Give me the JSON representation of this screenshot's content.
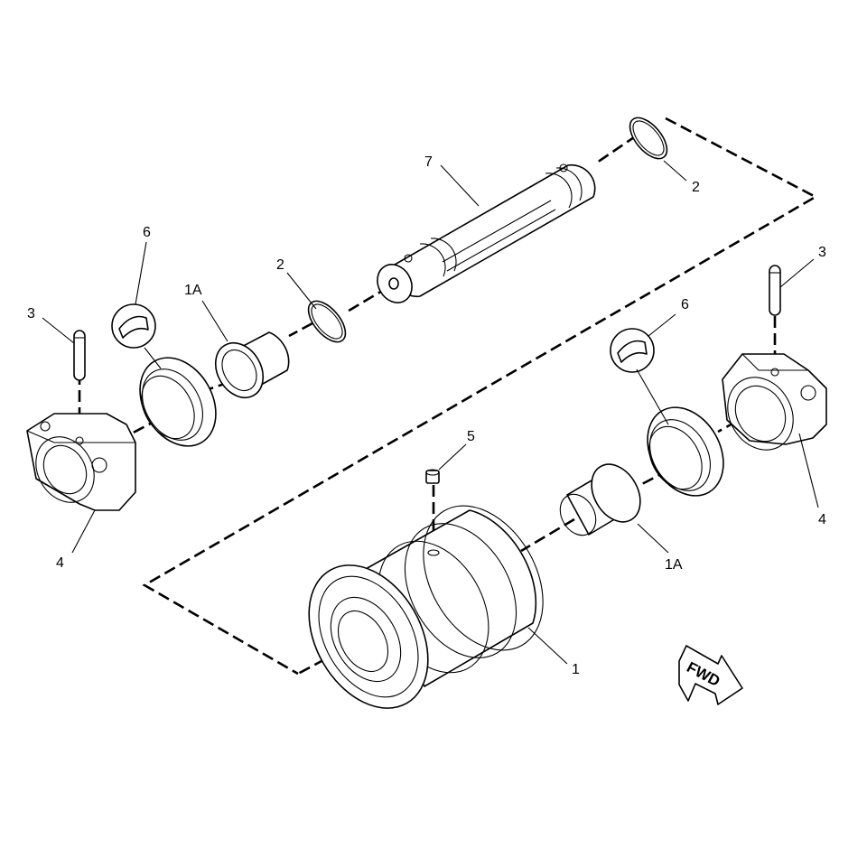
{
  "callouts": {
    "c1": "1",
    "c1A_left": "1A",
    "c1A_right": "1A",
    "c2_left": "2",
    "c2_right": "2",
    "c3_left": "3",
    "c3_right": "3",
    "c4_left": "4",
    "c4_right": "4",
    "c5": "5",
    "c6_left": "6",
    "c6_right": "6",
    "c7": "7"
  },
  "direction_arrow": {
    "text": "FWD"
  },
  "icons": {
    "seal_detail": "seal-detail-icon",
    "direction": "fwd-arrow-icon"
  }
}
